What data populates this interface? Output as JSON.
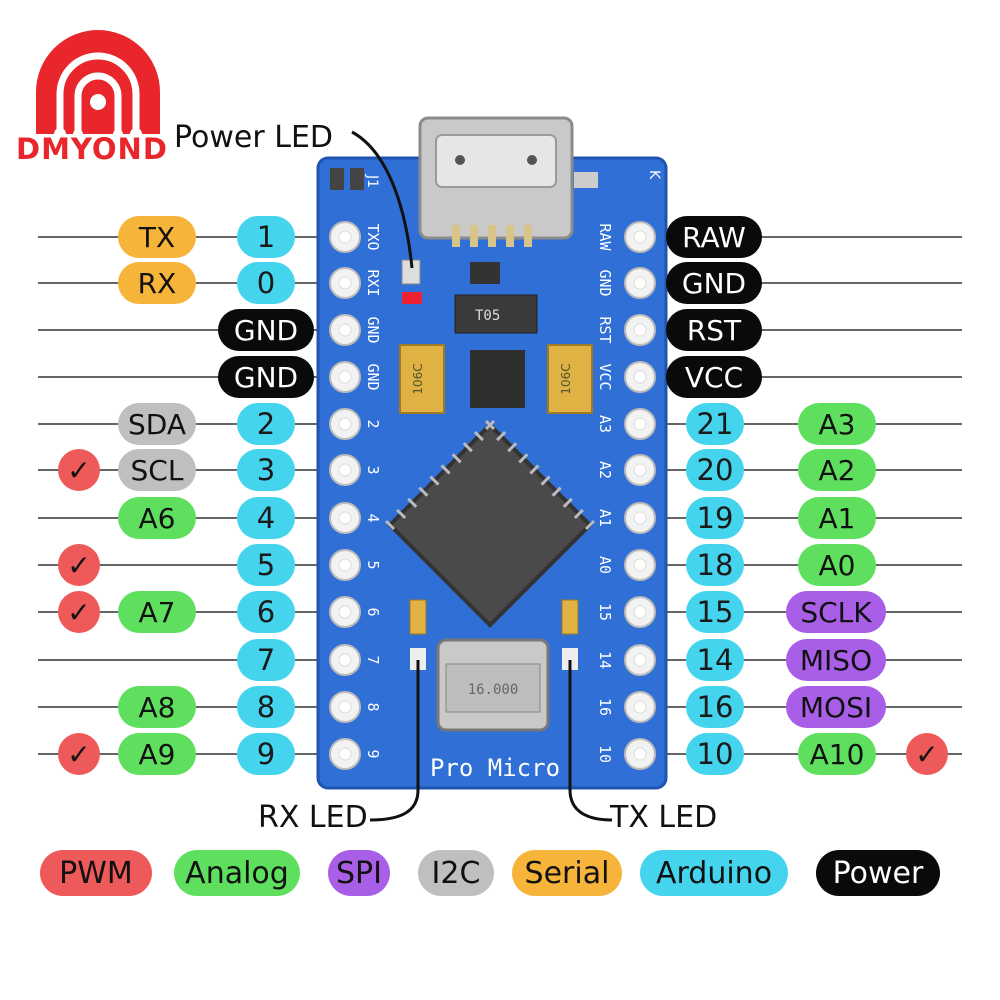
{
  "brand": {
    "name": "DMYOND",
    "color": "#e8262b"
  },
  "board": {
    "name": "Pro Micro",
    "chip_labels": [
      "T05"
    ],
    "cap_labels": [
      "106C",
      "106C"
    ],
    "crystal_text": "16.000",
    "silk_left": [
      "TXO",
      "RXI",
      "GND",
      "GND",
      "2",
      "3",
      "4",
      "5",
      "6",
      "7",
      "8",
      "9"
    ],
    "silk_right": [
      "RAW",
      "GND",
      "RST",
      "VCC",
      "A3",
      "A2",
      "A1",
      "A0",
      "15",
      "14",
      "16",
      "10"
    ],
    "corner_left": "J1",
    "corner_right": "K"
  },
  "callouts": {
    "power_led": "Power LED",
    "rx_led": "RX LED",
    "tx_led": "TX LED"
  },
  "left_pins": [
    {
      "func": "TX",
      "func_type": "serial",
      "number": "1",
      "pwm": false
    },
    {
      "func": "RX",
      "func_type": "serial",
      "number": "0",
      "pwm": false
    },
    {
      "func": "GND",
      "func_type": "power",
      "number": "",
      "pwm": false
    },
    {
      "func": "GND",
      "func_type": "power",
      "number": "",
      "pwm": false
    },
    {
      "func": "SDA",
      "func_type": "i2c",
      "number": "2",
      "pwm": false
    },
    {
      "func": "SCL",
      "func_type": "i2c",
      "number": "3",
      "pwm": true
    },
    {
      "func": "A6",
      "func_type": "analog",
      "number": "4",
      "pwm": false
    },
    {
      "func": "",
      "func_type": "",
      "number": "5",
      "pwm": true
    },
    {
      "func": "A7",
      "func_type": "analog",
      "number": "6",
      "pwm": true
    },
    {
      "func": "",
      "func_type": "",
      "number": "7",
      "pwm": false
    },
    {
      "func": "A8",
      "func_type": "analog",
      "number": "8",
      "pwm": false
    },
    {
      "func": "A9",
      "func_type": "analog",
      "number": "9",
      "pwm": true
    }
  ],
  "right_pins": [
    {
      "func": "RAW",
      "func_type": "power",
      "number": "",
      "alt": "",
      "alt_type": "",
      "pwm": false
    },
    {
      "func": "GND",
      "func_type": "power",
      "number": "",
      "alt": "",
      "alt_type": "",
      "pwm": false
    },
    {
      "func": "RST",
      "func_type": "power",
      "number": "",
      "alt": "",
      "alt_type": "",
      "pwm": false
    },
    {
      "func": "VCC",
      "func_type": "power",
      "number": "",
      "alt": "",
      "alt_type": "",
      "pwm": false
    },
    {
      "func": "",
      "func_type": "",
      "number": "21",
      "alt": "A3",
      "alt_type": "analog",
      "pwm": false
    },
    {
      "func": "",
      "func_type": "",
      "number": "20",
      "alt": "A2",
      "alt_type": "analog",
      "pwm": false
    },
    {
      "func": "",
      "func_type": "",
      "number": "19",
      "alt": "A1",
      "alt_type": "analog",
      "pwm": false
    },
    {
      "func": "",
      "func_type": "",
      "number": "18",
      "alt": "A0",
      "alt_type": "analog",
      "pwm": false
    },
    {
      "func": "",
      "func_type": "",
      "number": "15",
      "alt": "SCLK",
      "alt_type": "spi",
      "pwm": false
    },
    {
      "func": "",
      "func_type": "",
      "number": "14",
      "alt": "MISO",
      "alt_type": "spi",
      "pwm": false
    },
    {
      "func": "",
      "func_type": "",
      "number": "16",
      "alt": "MOSI",
      "alt_type": "spi",
      "pwm": false
    },
    {
      "func": "",
      "func_type": "",
      "number": "10",
      "alt": "A10",
      "alt_type": "analog",
      "pwm": true
    }
  ],
  "pwm_mark": "✓",
  "legend": [
    {
      "label": "PWM",
      "type": "pwm"
    },
    {
      "label": "Analog",
      "type": "analog"
    },
    {
      "label": "SPI",
      "type": "spi"
    },
    {
      "label": "I2C",
      "type": "i2c"
    },
    {
      "label": "Serial",
      "type": "serial"
    },
    {
      "label": "Arduino",
      "type": "arduino"
    },
    {
      "label": "Power",
      "type": "power"
    }
  ],
  "colors": {
    "pwm": "#ee5a5a",
    "analog": "#5ee05e",
    "spi": "#a95ee8",
    "i2c": "#bfbfbf",
    "serial": "#f7b43a",
    "arduino": "#45d4ee",
    "power": "#0a0a0a",
    "board": "#2f6fd6",
    "board_dark": "#1f55b0"
  }
}
